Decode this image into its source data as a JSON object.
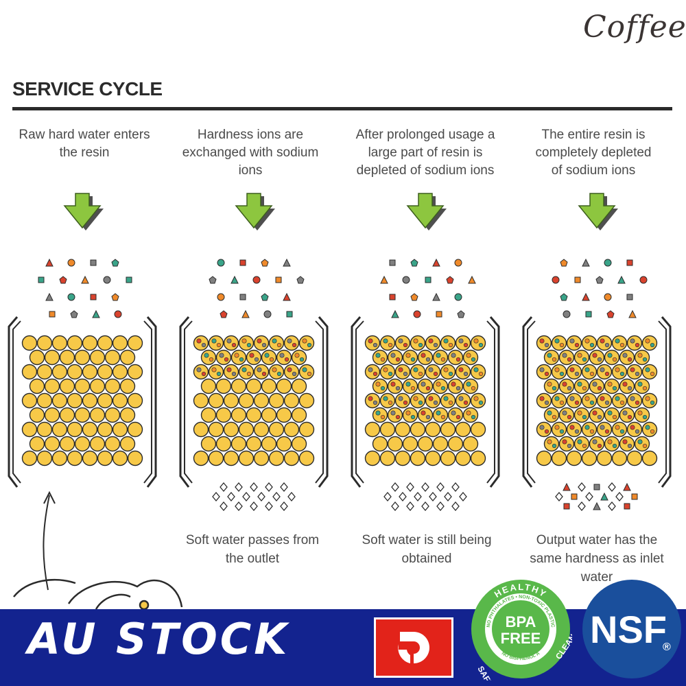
{
  "brand": {
    "name": "Coffee"
  },
  "section": {
    "title": "SERVICE CYCLE"
  },
  "stages": [
    {
      "caption_lines": [
        "Raw hard water enters",
        "the resin"
      ],
      "outlet_lines": []
    },
    {
      "caption_lines": [
        "Hardness ions are",
        "exchanged with sodium",
        "ions"
      ],
      "outlet_lines": [
        "Soft water passes from",
        "the outlet"
      ]
    },
    {
      "caption_lines": [
        "After prolonged usage a",
        "large part of resin is",
        "depleted of sodium ions"
      ],
      "outlet_lines": [
        "Soft water is still being",
        "obtained"
      ]
    },
    {
      "caption_lines": [
        "The entire resin is",
        "completely depleted",
        "of sodium ions"
      ],
      "outlet_lines": [
        "Output water has the",
        "same hardness as inlet",
        "water"
      ]
    }
  ],
  "banner": {
    "text": "AU STOCK"
  },
  "badges": {
    "bpa": {
      "main": "BPA",
      "sub": "FREE",
      "ring_top": "HEALTHY",
      "ring_text": "NO PHTHALATES • NON-TOXIC PLASTIC",
      "ring_right": "CLEAN",
      "ring_left": "SAFE",
      "ring_bottom": "NO BISPHENOL A"
    },
    "nsf": {
      "text": "NSF",
      "mark": "®"
    }
  },
  "colors": {
    "arrow_green": "#8dc63f",
    "arrow_shadow": "#4f4f4f",
    "bead_yellow": "#f7c948",
    "bead_outline": "#2b2b2b",
    "ion_red": "#d9432e",
    "ion_teal": "#3aa489",
    "ion_orange": "#ef8a2b",
    "ion_grey": "#808080",
    "banner_blue": "#13238f",
    "badge_green": "#59b84a",
    "nsf_blue": "#1a4f9c"
  }
}
